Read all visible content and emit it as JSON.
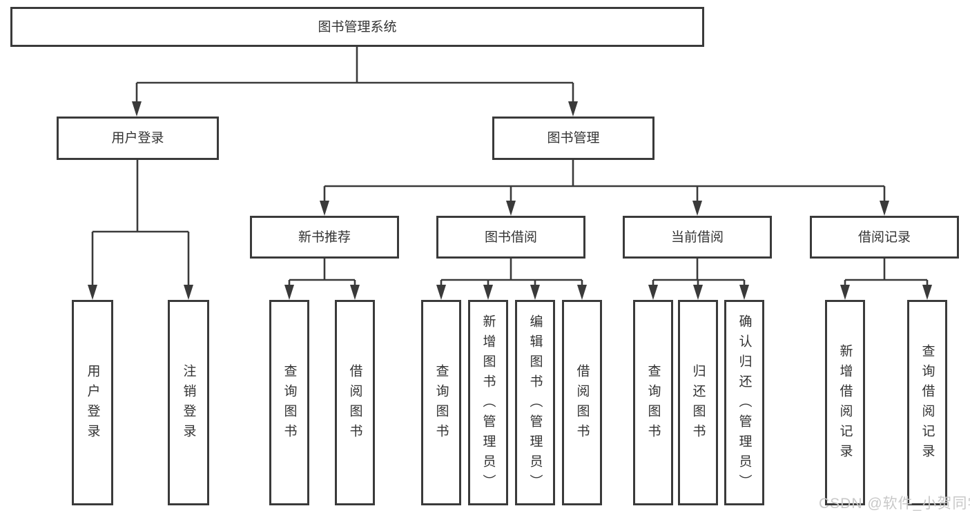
{
  "diagram": {
    "title": "图书管理系统",
    "level2": [
      {
        "label": "用户登录"
      },
      {
        "label": "图书管理"
      }
    ],
    "level3": [
      {
        "label": "新书推荐"
      },
      {
        "label": "图书借阅"
      },
      {
        "label": "当前借阅"
      },
      {
        "label": "借阅记录"
      }
    ],
    "leaves": [
      {
        "label": "用户登录"
      },
      {
        "label": "注销登录"
      },
      {
        "label": "查询图书"
      },
      {
        "label": "借阅图书"
      },
      {
        "label": "查询图书"
      },
      {
        "label": "新增图书（管理员）"
      },
      {
        "label": "编辑图书（管理员）"
      },
      {
        "label": "借阅图书"
      },
      {
        "label": "查询图书"
      },
      {
        "label": "归还图书"
      },
      {
        "label": "确认归还（管理员）"
      },
      {
        "label": "新增借阅记录"
      },
      {
        "label": "查询借阅记录"
      }
    ]
  },
  "watermark": {
    "text": "CSDN @软件_小贺同学"
  },
  "colors": {
    "line": "#3a3a3a",
    "text": "#333333",
    "watermark": "#c8c8c8",
    "background": "#ffffff"
  }
}
